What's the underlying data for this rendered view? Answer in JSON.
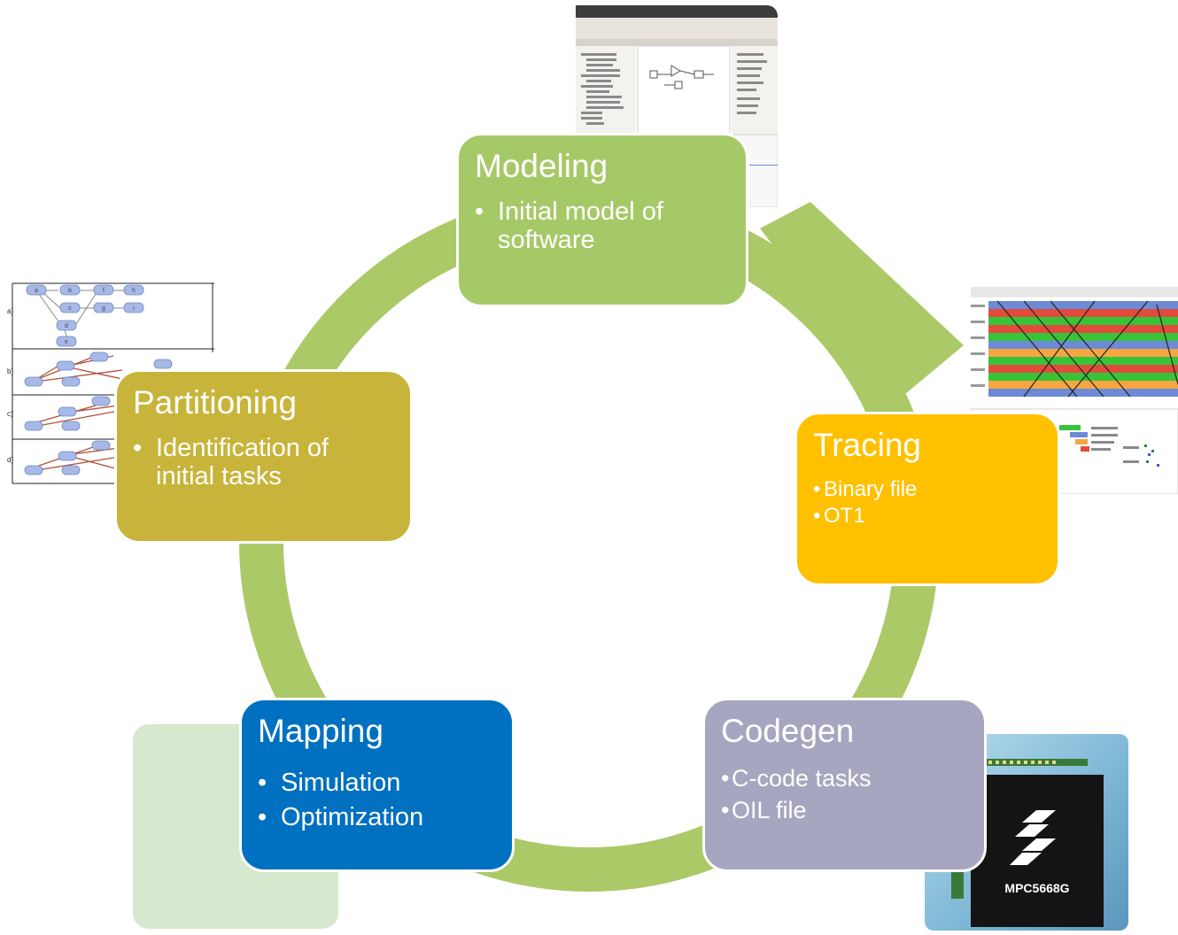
{
  "colors": {
    "ring": "#acc967",
    "modeling": "#a6c968",
    "partitioning": "#c8b43a",
    "tracing": "#ffc000",
    "mapping": "#0070c0",
    "codegen": "#a7a6c0",
    "ghost": "#d6e8cd"
  },
  "modeling": {
    "title": "Modeling",
    "bullets": [
      "Initial model of software"
    ]
  },
  "partitioning": {
    "title": "Partitioning",
    "bullets": [
      "Identification of initial tasks"
    ]
  },
  "tracing": {
    "title": "Tracing",
    "bullets": [
      "Binary file",
      "OT1"
    ]
  },
  "mapping": {
    "title": "Mapping",
    "bullets": [
      "Simulation",
      "Optimization"
    ]
  },
  "codegen": {
    "title": "Codegen",
    "bullets": [
      "C-code tasks",
      "OIL file"
    ]
  },
  "chip": {
    "label": "MPC5668G"
  },
  "task_graph": {
    "row_labels": [
      "a)",
      "b)",
      "c)",
      "d)"
    ],
    "nodes_a": [
      "a",
      "b",
      "f",
      "h",
      "c",
      "g",
      "i",
      "d",
      "e"
    ]
  }
}
